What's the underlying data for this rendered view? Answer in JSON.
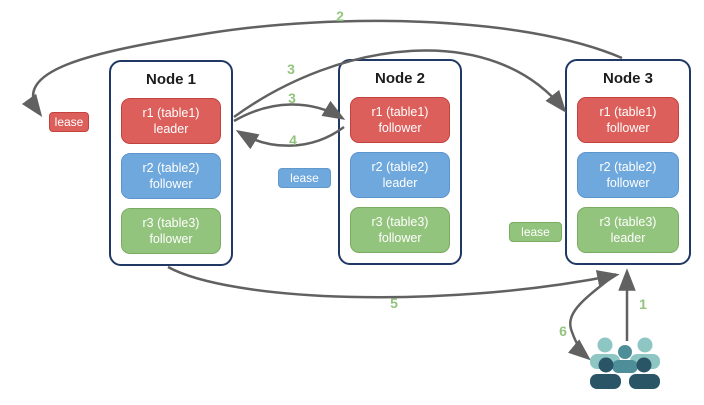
{
  "nodes": [
    {
      "title": "Node 1",
      "replicas": [
        {
          "name": "r1 (table1)",
          "role": "leader",
          "color": "red"
        },
        {
          "name": "r2 (table2)",
          "role": "follower",
          "color": "blue"
        },
        {
          "name": "r3 (table3)",
          "role": "follower",
          "color": "green"
        }
      ]
    },
    {
      "title": "Node 2",
      "replicas": [
        {
          "name": "r1 (table1)",
          "role": "follower",
          "color": "red"
        },
        {
          "name": "r2 (table2)",
          "role": "leader",
          "color": "blue"
        },
        {
          "name": "r3 (table3)",
          "role": "follower",
          "color": "green"
        }
      ]
    },
    {
      "title": "Node 3",
      "replicas": [
        {
          "name": "r1 (table1)",
          "role": "follower",
          "color": "red"
        },
        {
          "name": "r2 (table2)",
          "role": "follower",
          "color": "blue"
        },
        {
          "name": "r3 (table3)",
          "role": "leader",
          "color": "green"
        }
      ]
    }
  ],
  "leases": [
    {
      "label": "lease",
      "color": "red"
    },
    {
      "label": "lease",
      "color": "blue"
    },
    {
      "label": "lease",
      "color": "green"
    }
  ],
  "steps": [
    {
      "text": "2"
    },
    {
      "text": "3"
    },
    {
      "text": "3"
    },
    {
      "text": "4"
    },
    {
      "text": "5"
    },
    {
      "text": "6"
    },
    {
      "text": "1"
    }
  ],
  "icons": {
    "users": "user-group-icon"
  },
  "colors": {
    "replica_red": "#dd5f5b",
    "replica_red_border": "#c4423e",
    "replica_blue": "#6fa8dc",
    "replica_blue_border": "#5d94cc",
    "replica_green": "#93c47d",
    "replica_green_border": "#7bab61",
    "node_border": "#1f3864",
    "arrow": "#616161",
    "step_label": "#93c47d",
    "users_light": "#8ec6c3",
    "users_mid": "#4e8e99",
    "users_dark": "#2a5566"
  }
}
